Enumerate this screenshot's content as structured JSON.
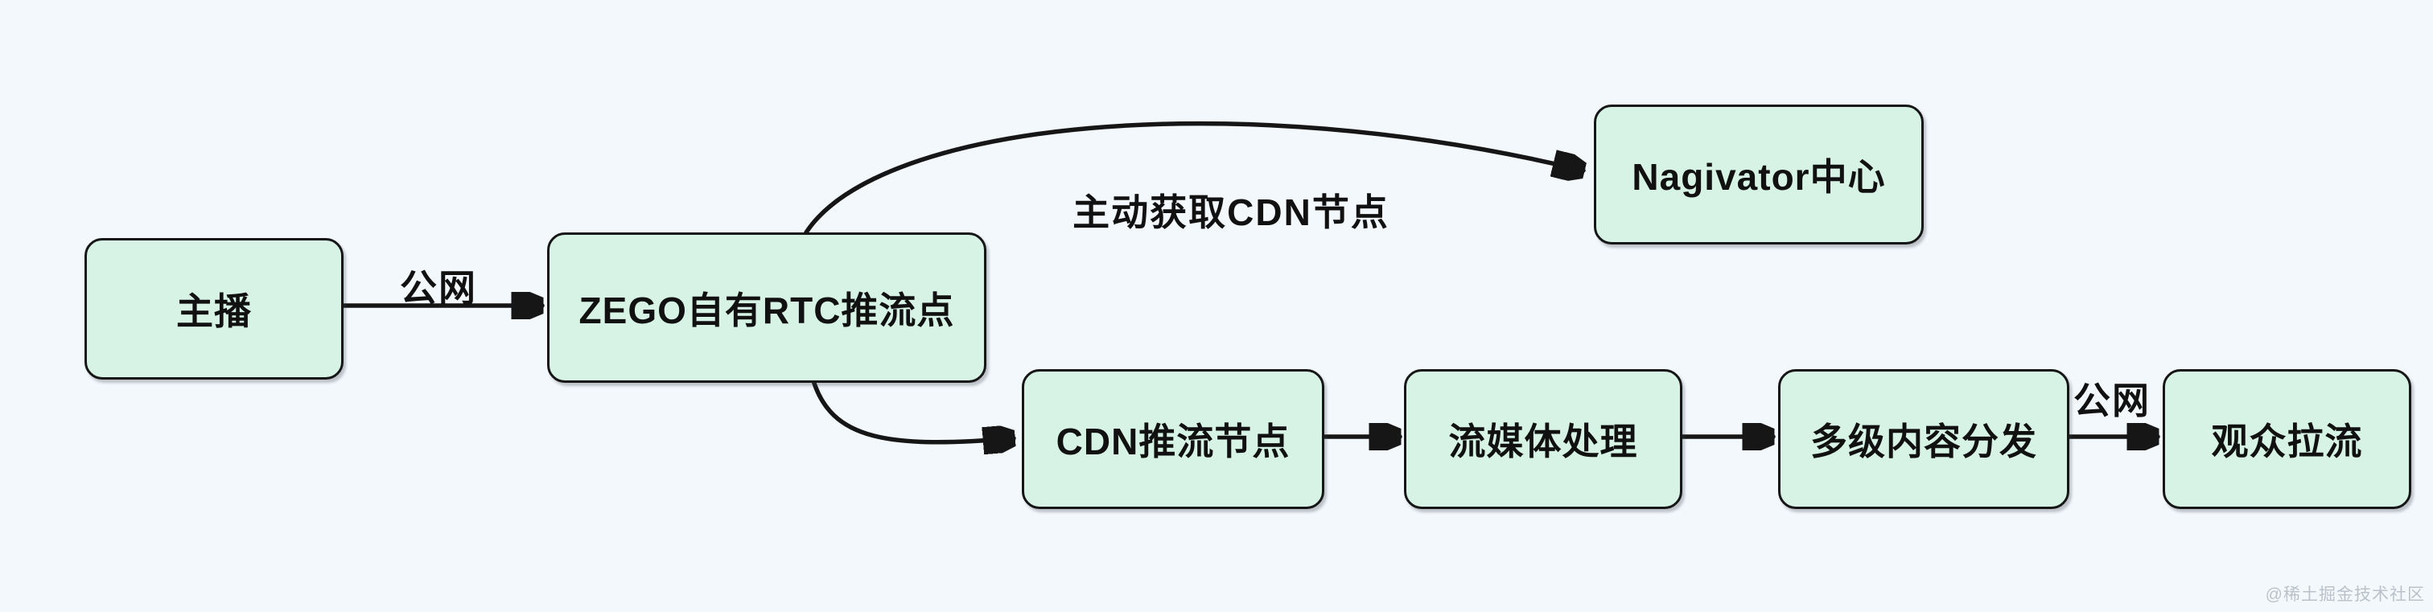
{
  "diagram": {
    "colors": {
      "background": "#f3f8fc",
      "node_fill": "#d7f3e6",
      "node_border": "#161616",
      "edge": "#161616",
      "watermark": "#a6b0ba"
    },
    "nodes": [
      {
        "id": "anchor",
        "label": "主播"
      },
      {
        "id": "zego-rtc-push-point",
        "label": "ZEGO自有RTC推流点"
      },
      {
        "id": "navigator-center",
        "label": "Nagivator中心"
      },
      {
        "id": "cdn-push-node",
        "label": "CDN推流节点"
      },
      {
        "id": "media-processing",
        "label": "流媒体处理"
      },
      {
        "id": "multi-level-distribution",
        "label": "多级内容分发"
      },
      {
        "id": "viewer-pull-stream",
        "label": "观众拉流"
      }
    ],
    "edges": [
      {
        "from": "anchor",
        "to": "zego-rtc-push-point",
        "label": "公网"
      },
      {
        "from": "zego-rtc-push-point",
        "to": "navigator-center",
        "label": "主动获取CDN节点"
      },
      {
        "from": "zego-rtc-push-point",
        "to": "cdn-push-node",
        "label": ""
      },
      {
        "from": "cdn-push-node",
        "to": "media-processing",
        "label": ""
      },
      {
        "from": "media-processing",
        "to": "multi-level-distribution",
        "label": ""
      },
      {
        "from": "multi-level-distribution",
        "to": "viewer-pull-stream",
        "label": "公网"
      }
    ],
    "watermark": "@稀土掘金技术社区"
  }
}
